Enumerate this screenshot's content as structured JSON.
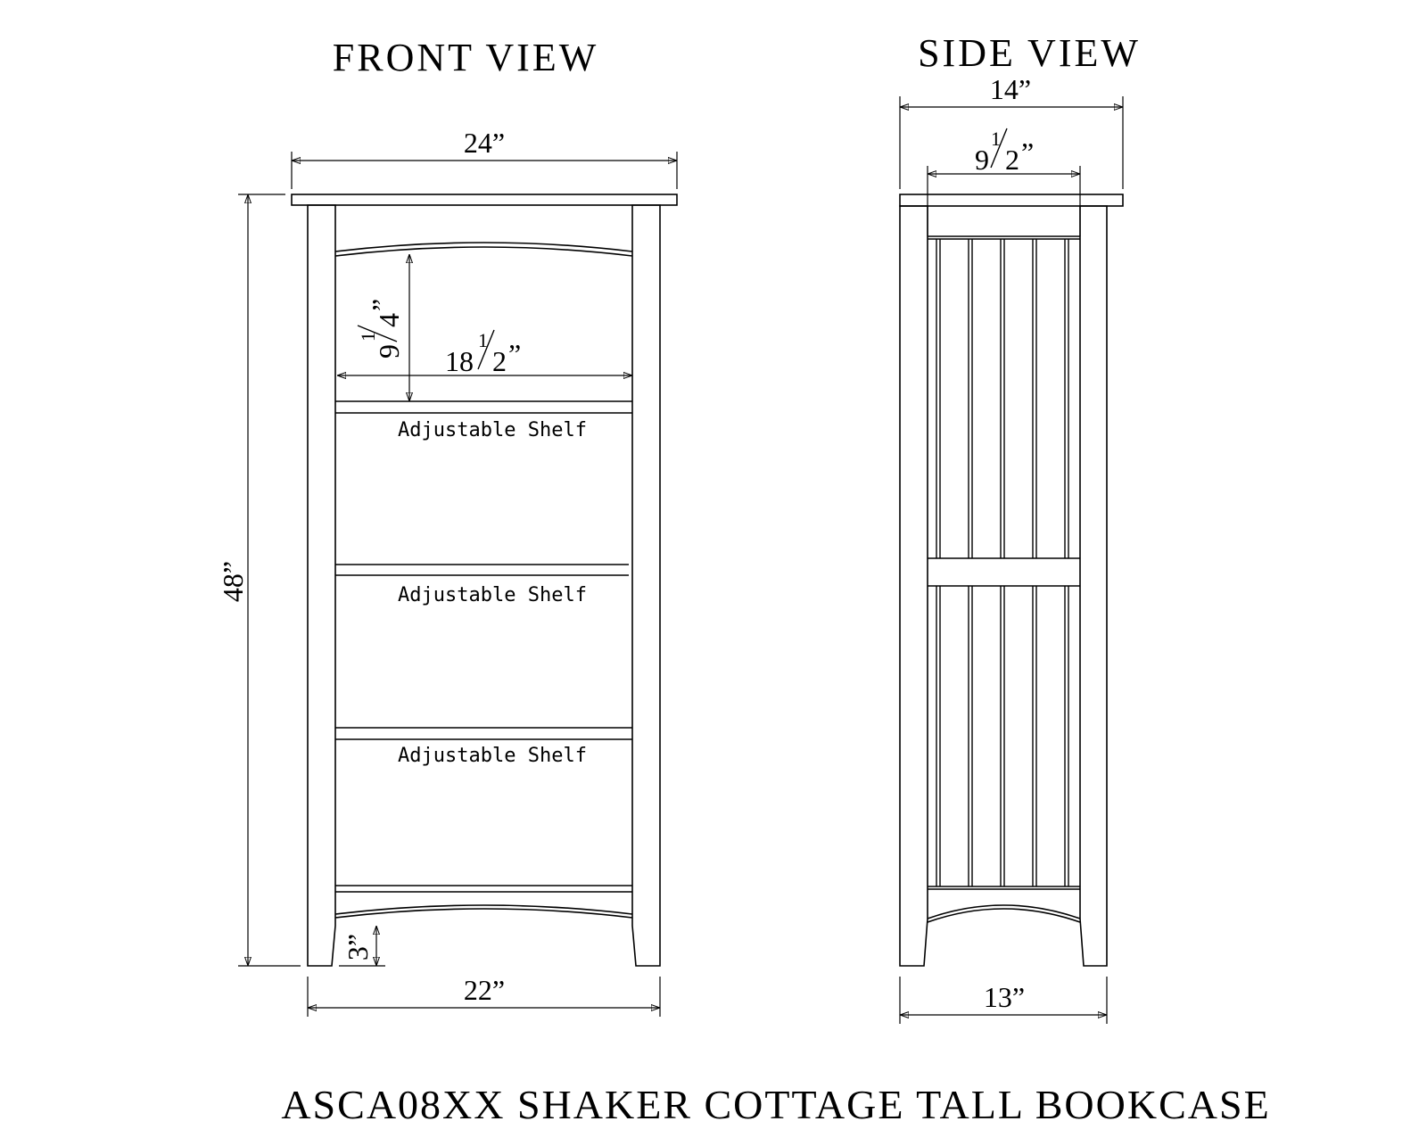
{
  "front_view": {
    "title": "FRONT VIEW",
    "width_top": "24”",
    "width_bottom": "22”",
    "height": "48”",
    "inner_width": {
      "whole": "18",
      "num": "1",
      "den": "2",
      "mark": "”"
    },
    "shelf_height": {
      "whole": "9",
      "num": "1",
      "den": "4",
      "mark": "”"
    },
    "base_height": "3”",
    "shelf_labels": [
      "Adjustable Shelf",
      "Adjustable Shelf",
      "Adjustable Shelf"
    ]
  },
  "side_view": {
    "title": "SIDE VIEW",
    "depth_top": "14”",
    "inner_depth": {
      "whole": "9",
      "num": "1",
      "den": "2",
      "mark": "”"
    },
    "depth_bottom": "13”"
  },
  "product_title": "ASCA08XX SHAKER COTTAGE TALL BOOKCASE"
}
